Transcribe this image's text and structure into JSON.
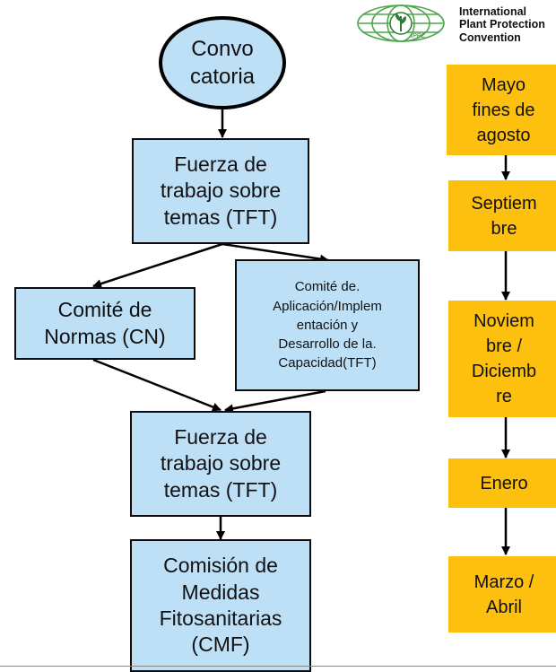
{
  "logo": {
    "label": "IPPC",
    "organization": "International\nPlant Protection\nConvention"
  },
  "flow": {
    "start": "Convo\ncatoria",
    "tft_top": "Fuerza de\ntrabajo sobre\ntemas (TFT)",
    "cn": "Comité de\nNormas (CN)",
    "cadc": "Comité de.\nAplicación/Implem\nentación y\nDesarrollo de la.\nCapacidad(TFT)",
    "tft_bottom": "Fuerza de\ntrabajo sobre\ntemas (TFT)",
    "cmf": "Comisión de\nMedidas\nFitosanitarias\n(CMF)"
  },
  "timeline": [
    "Mayo\nfines de\nagosto",
    "Septiem\nbre",
    "Noviem\nbre /\nDiciemb\nre",
    "Enero",
    "Marzo /\nAbril"
  ]
}
